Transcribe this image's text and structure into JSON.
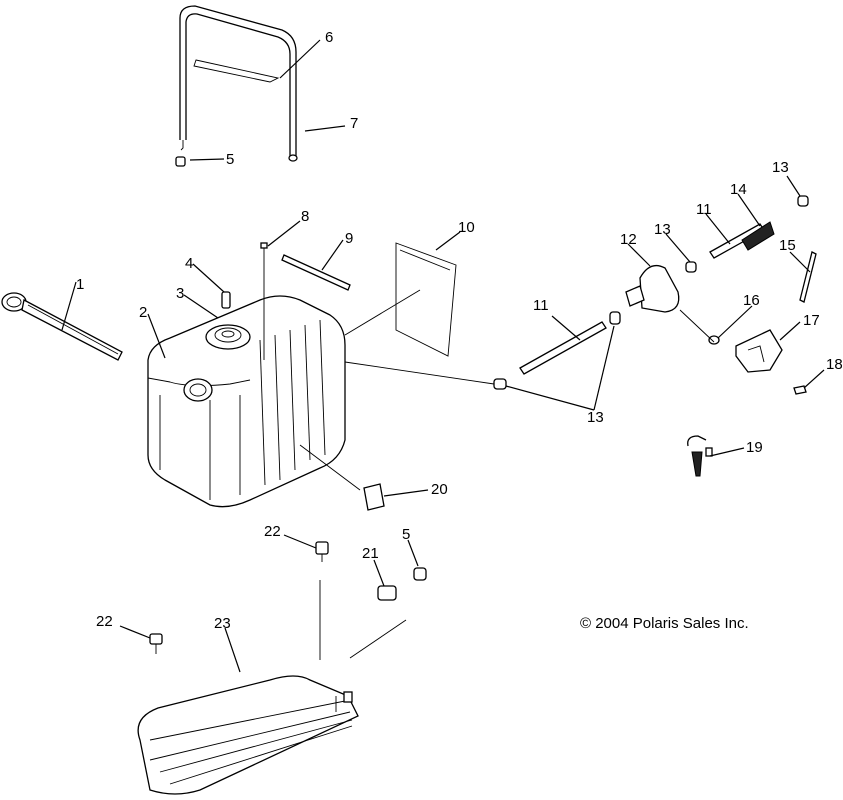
{
  "diagram": {
    "copyright": "© 2004 Polaris Sales Inc.",
    "callouts": [
      "1",
      "2",
      "3",
      "4",
      "5",
      "6",
      "7",
      "8",
      "9",
      "10",
      "11",
      "12",
      "13",
      "14",
      "15",
      "16",
      "17",
      "18",
      "19",
      "20",
      "21",
      "22",
      "23"
    ]
  }
}
